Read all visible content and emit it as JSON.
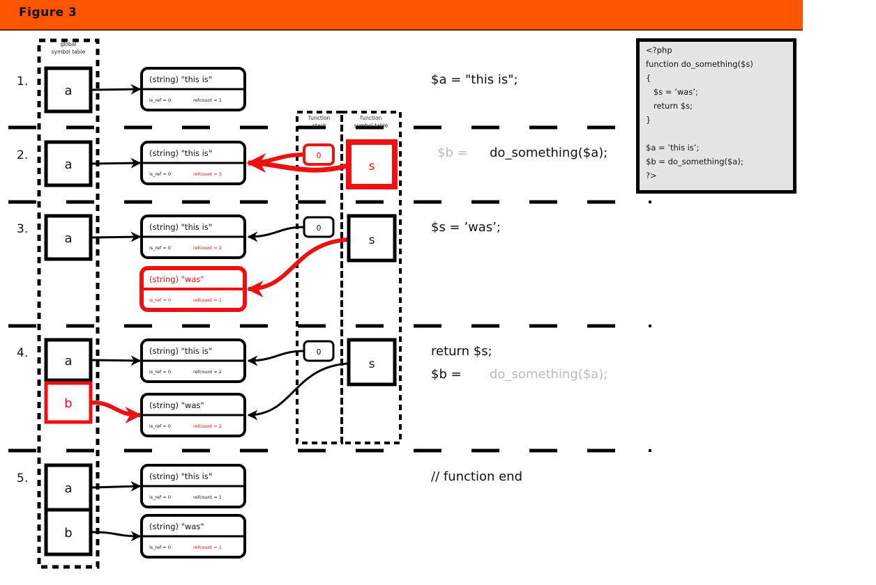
{
  "header": {
    "title": "Figure 3"
  },
  "colors": {
    "accent": "#ff5500",
    "highlight": "#ee1111",
    "muted": "#bbbbbb",
    "ink": "#000000",
    "code_bg": "#e5e5e5"
  },
  "labels": {
    "global_symbol_table": [
      "global",
      "symbol table"
    ],
    "function_stack": [
      "function",
      "stack"
    ],
    "function_symbol_table": [
      "function",
      "symbol table"
    ]
  },
  "steps": [
    {
      "number": "1.",
      "symbols": [
        {
          "name": "a",
          "highlight": false
        }
      ],
      "zvals": [
        {
          "value": "(string) \"this is\"",
          "is_ref": "is_ref = 0",
          "refcount": "refcount = 1",
          "highlight": false,
          "refcount_highlight": false
        }
      ],
      "code": [
        {
          "parts": [
            {
              "text": "$a = \"this is\";",
              "muted": false
            }
          ]
        }
      ]
    },
    {
      "number": "2.",
      "symbols": [
        {
          "name": "a",
          "highlight": false
        }
      ],
      "stack": {
        "value": "0",
        "highlight": true
      },
      "func_symbols": [
        {
          "name": "s",
          "highlight": true
        }
      ],
      "zvals": [
        {
          "value": "(string) \"this is\"",
          "is_ref": "is_ref = 0",
          "refcount": "refcount = 3",
          "highlight": false,
          "refcount_highlight": true
        }
      ],
      "code": [
        {
          "parts": [
            {
              "text": "$b =",
              "muted": true
            },
            {
              "text": "do_something($a);",
              "muted": false
            }
          ]
        }
      ]
    },
    {
      "number": "3.",
      "symbols": [
        {
          "name": "a",
          "highlight": false
        }
      ],
      "stack": {
        "value": "0",
        "highlight": false
      },
      "func_symbols": [
        {
          "name": "s",
          "highlight": false
        }
      ],
      "zvals": [
        {
          "value": "(string) \"this is\"",
          "is_ref": "is_ref = 0",
          "refcount": "refcount = 2",
          "highlight": false,
          "refcount_highlight": true
        },
        {
          "value": "(string) \"was\"",
          "is_ref": "is_ref = 0",
          "refcount": "refcount = 1",
          "highlight": true,
          "refcount_highlight": true
        }
      ],
      "code": [
        {
          "parts": [
            {
              "text": "$s = ’was’;",
              "muted": false
            }
          ]
        }
      ]
    },
    {
      "number": "4.",
      "symbols": [
        {
          "name": "a",
          "highlight": false
        },
        {
          "name": "b",
          "highlight": true
        }
      ],
      "stack": {
        "value": "0",
        "highlight": false
      },
      "func_symbols": [
        {
          "name": "s",
          "highlight": false
        }
      ],
      "zvals": [
        {
          "value": "(string) \"this is\"",
          "is_ref": "is_ref = 0",
          "refcount": "refcount = 2",
          "highlight": false,
          "refcount_highlight": false
        },
        {
          "value": "(string) \"was\"",
          "is_ref": "is_ref = 0",
          "refcount": "refcount = 2",
          "highlight": false,
          "refcount_highlight": true
        }
      ],
      "code": [
        {
          "parts": [
            {
              "text": "return $s;",
              "muted": false
            }
          ]
        },
        {
          "parts": [
            {
              "text": "$b =",
              "muted": false
            },
            {
              "text": "do_something($a);",
              "muted": true
            }
          ]
        }
      ]
    },
    {
      "number": "5.",
      "symbols": [
        {
          "name": "a",
          "highlight": false
        },
        {
          "name": "b",
          "highlight": false
        }
      ],
      "zvals": [
        {
          "value": "(string) \"this is\"",
          "is_ref": "is_ref = 0",
          "refcount": "refcount = 1",
          "highlight": false,
          "refcount_highlight": false
        },
        {
          "value": "(string) \"was\"",
          "is_ref": "is_ref = 0",
          "refcount": "refcount = 1",
          "highlight": false,
          "refcount_highlight": true
        }
      ],
      "code": [
        {
          "parts": [
            {
              "text": "// function end",
              "muted": false
            }
          ]
        }
      ]
    }
  ],
  "source_code": [
    "<?php",
    "function do_something($s)",
    "{",
    "   $s = ’was’;",
    "   return $s;",
    "}",
    "",
    "$a = ’this is’;",
    "$b = do_something($a);",
    "?>"
  ]
}
